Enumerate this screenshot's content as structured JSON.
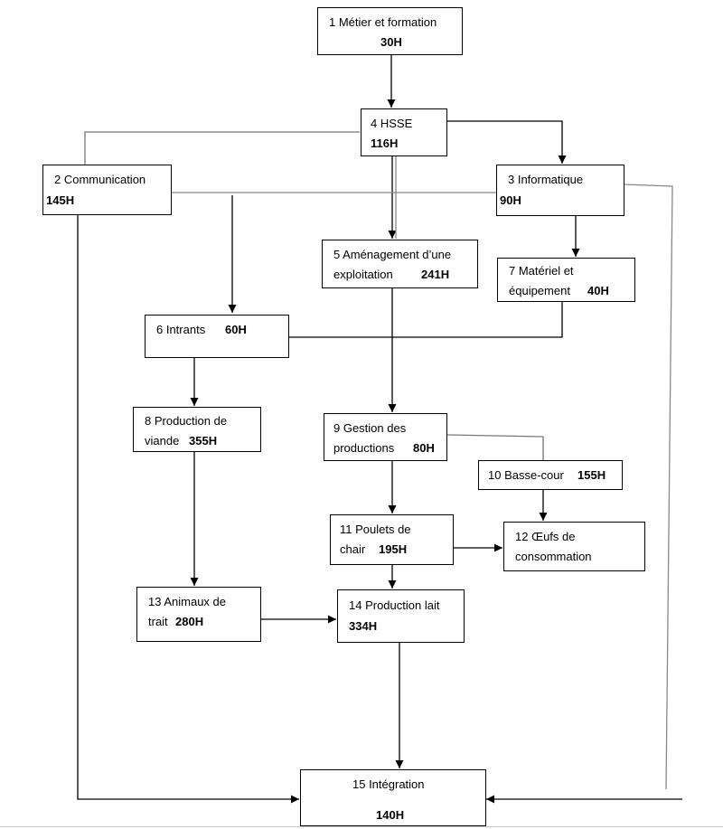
{
  "modules": {
    "m1": {
      "line1": "1 Métier et formation",
      "hours": "30H"
    },
    "m4": {
      "line1": "4 HSSE",
      "hours": "116H"
    },
    "m2": {
      "line1": "2 Communication",
      "hours": "145H"
    },
    "m3": {
      "line1": "3 Informatique",
      "hours": "90H"
    },
    "m5": {
      "line1": "5 Aménagement d’une",
      "line2": "exploitation",
      "hours": "241H"
    },
    "m7": {
      "line1": "7 Matériel et",
      "line2": "équipement",
      "hours": "40H"
    },
    "m6": {
      "line1": "6 Intrants",
      "hours": "60H"
    },
    "m8": {
      "line1": "8 Production de",
      "line2": "viande",
      "hours": "355H"
    },
    "m9": {
      "line1": "9 Gestion des",
      "line2": "productions",
      "hours": "80H"
    },
    "m10": {
      "line1": "10 Basse-cour",
      "hours": "155H"
    },
    "m11": {
      "line1": "11 Poulets de",
      "line2": "chair",
      "hours": "195H"
    },
    "m12": {
      "line1": "12  Œufs de",
      "line2": "consommation"
    },
    "m13": {
      "line1": "13 Animaux de",
      "line2": "trait",
      "hours": "280H"
    },
    "m14": {
      "line1": "14 Production lait",
      "hours": "334H"
    },
    "m15": {
      "line1": "15 Intégration",
      "hours": "140H"
    }
  }
}
